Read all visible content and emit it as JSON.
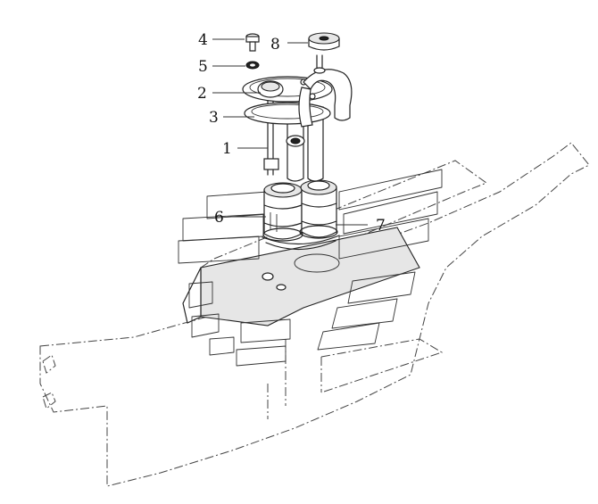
{
  "diagram": {
    "callouts": [
      {
        "id": "callout-4",
        "label": "4"
      },
      {
        "id": "callout-8",
        "label": "8"
      },
      {
        "id": "callout-5",
        "label": "5"
      },
      {
        "id": "callout-2",
        "label": "2"
      },
      {
        "id": "callout-3",
        "label": "3"
      },
      {
        "id": "callout-1",
        "label": "1"
      },
      {
        "id": "callout-6",
        "label": "6"
      },
      {
        "id": "callout-7",
        "label": "7"
      }
    ]
  }
}
